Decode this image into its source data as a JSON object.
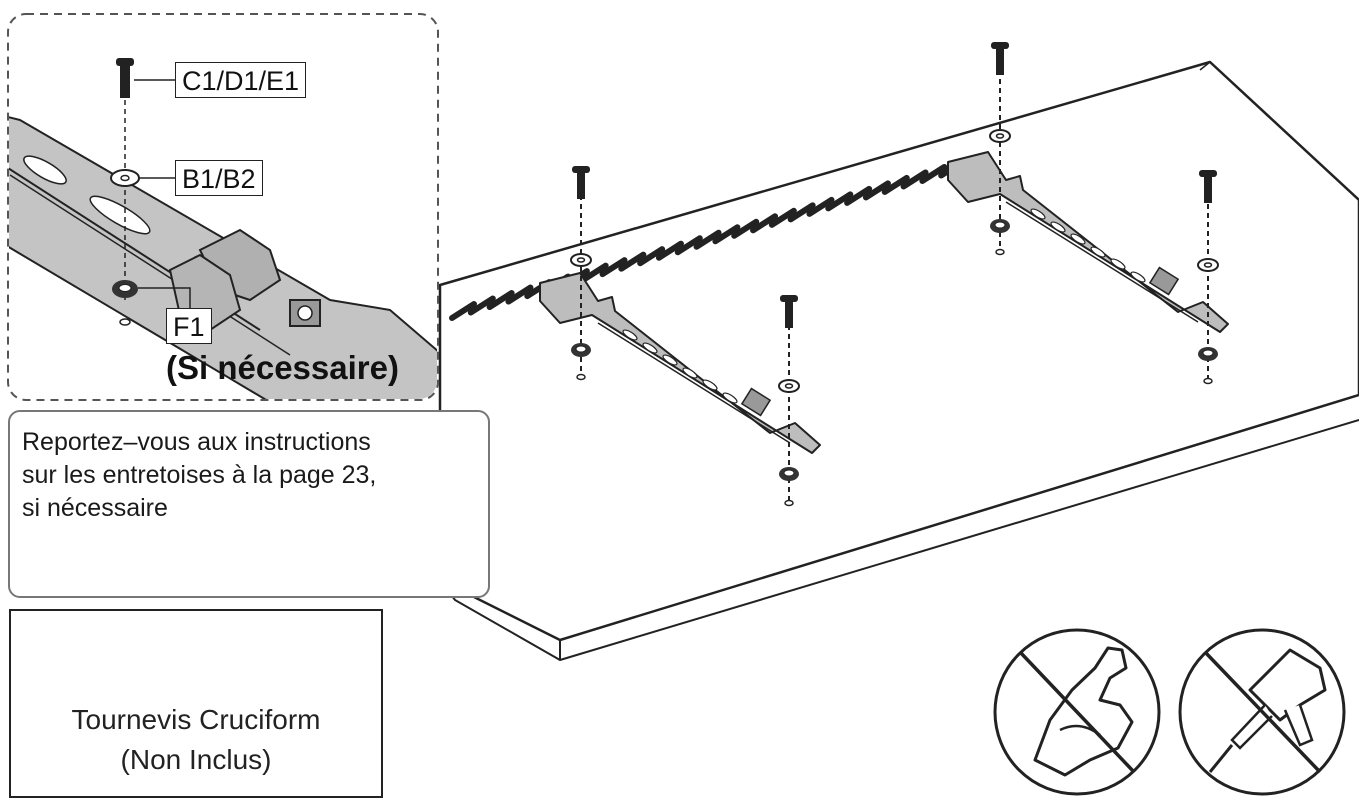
{
  "callouts": {
    "screw_label": "C1/D1/E1",
    "washer_label": "B1/B2",
    "spacer_label": "F1",
    "conditional": "(Si nécessaire)"
  },
  "note": {
    "line1": "Reportez–vous aux instructions",
    "line2": "sur les entretoises à la page 23,",
    "line3": "si nécessaire"
  },
  "tool": {
    "icon": "phillips-cross-icon",
    "name": "Tournevis Cruciform",
    "availability": "(Non Inclus)"
  },
  "warnings": [
    {
      "icon": "no-excessive-force-icon"
    },
    {
      "icon": "no-power-drill-icon"
    }
  ]
}
